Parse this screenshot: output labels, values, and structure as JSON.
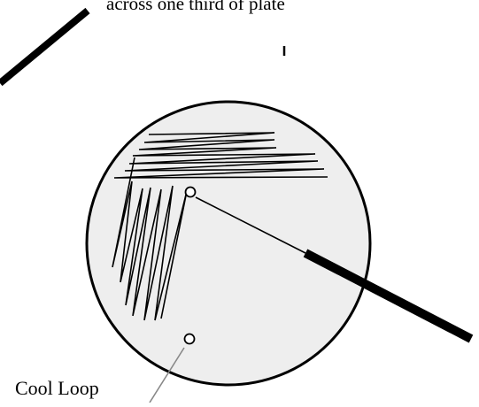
{
  "labels": {
    "top_caption": "across one third of plate",
    "cool_loop": "Cool Loop"
  },
  "colors": {
    "plate_fill": "#eeeeee",
    "stroke": "#000000",
    "pointer": "#888888",
    "background": "#ffffff"
  },
  "icons": {
    "handle": "inoculating-loop-handle",
    "loop_tip": "loop-ring",
    "plate": "petri-dish"
  }
}
